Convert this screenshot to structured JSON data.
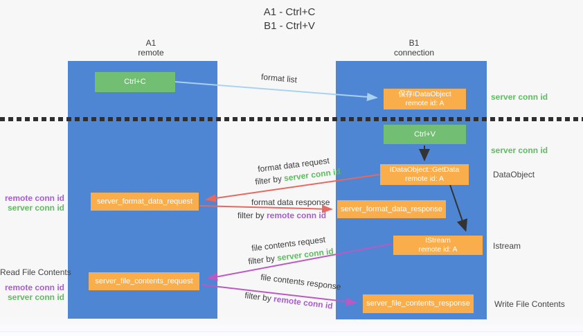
{
  "title": {
    "line1": "A1 - Ctrl+C",
    "line2": "B1 - Ctrl+V"
  },
  "lanes": {
    "a1": {
      "name": "A1",
      "subtitle": "remote"
    },
    "b1": {
      "name": "B1",
      "subtitle": "connection"
    }
  },
  "nodes": {
    "ctrl_c": {
      "label": "Ctrl+C"
    },
    "ctrl_v": {
      "label": "Ctrl+V"
    },
    "save_idataobject": {
      "line1": "保存IDataObject",
      "line2": "remote id: A"
    },
    "getdata": {
      "line1": "IDataObject::GetData",
      "line2": "remote id: A"
    },
    "istream": {
      "line1": "IStream",
      "line2": "remote id: A"
    },
    "format_request": {
      "label": "server_format_data_request"
    },
    "format_response": {
      "label": "server_format_data_response"
    },
    "file_request": {
      "label": "server_file_contents_request"
    },
    "file_response": {
      "label": "server_file_contents_response"
    }
  },
  "flow_labels": {
    "format_list": "format list",
    "format_data_request": "format data request",
    "format_data_response": "format data response",
    "file_contents_request": "file contents request",
    "file_contents_response": "file contents response",
    "filter_by": "filter by ",
    "server_conn_id": "server conn id",
    "remote_conn_id": "remote conn id"
  },
  "side_labels": {
    "right_server_conn_top": "server conn id",
    "right_server_conn_mid": "server conn id",
    "data_object": "DataObject",
    "istream": "Istream",
    "write_file_contents": "Write File Contents",
    "left_remote_conn_mid": "remote conn id",
    "left_server_conn_mid": "server conn id",
    "read_file_contents": "Read File Contents",
    "left_remote_conn_bottom": "remote conn id",
    "left_server_conn_bottom": "server conn id"
  },
  "colors": {
    "lane_blue": "#4e86d4",
    "node_orange": "#f9ae4b",
    "node_green": "#72bf74",
    "green_text": "#5fbb60",
    "purple_text": "#a85ccd",
    "arrow_red": "#e8685f",
    "arrow_magenta": "#bb58c2",
    "arrow_light_blue": "#a9d2f0",
    "arrow_black": "#333333"
  }
}
